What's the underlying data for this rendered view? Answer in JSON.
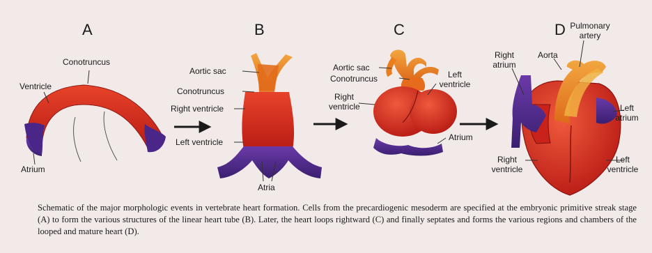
{
  "panels": {
    "a": {
      "letter": "A",
      "ventricle": "Ventricle",
      "conotruncus": "Conotruncus",
      "atrium": "Atrium"
    },
    "b": {
      "letter": "B",
      "aortic_sac": "Aortic sac",
      "conotruncus": "Conotruncus",
      "right_ventricle": "Right ventricle",
      "left_ventricle": "Left ventricle",
      "atria": "Atria"
    },
    "c": {
      "letter": "C",
      "aortic_sac": "Aortic sac",
      "conotruncus": "Conotruncus",
      "right_ventricle_1": "Right",
      "right_ventricle_2": "ventricle",
      "left_ventricle_1": "Left",
      "left_ventricle_2": "ventricle",
      "atrium": "Atrium"
    },
    "d": {
      "letter": "D",
      "pulmonary_1": "Pulmonary",
      "pulmonary_2": "artery",
      "right_atrium_1": "Right",
      "right_atrium_2": "atrium",
      "aorta": "Aorta",
      "left_atrium_1": "Left",
      "left_atrium_2": "atrium",
      "right_ventricle_1": "Right",
      "right_ventricle_2": "ventricle",
      "left_ventricle_1": "Left",
      "left_ventricle_2": "ventricle"
    }
  },
  "caption": "Schematic of the major morphologic events in vertebrate heart formation. Cells from the precardiogenic mesoderm are specified at the embryonic primitive streak stage (A) to form the various structures of the linear heart tube (B). Later, the heart loops rightward (C) and finally septates and forms the various regions and chambers of the looped and mature heart (D).",
  "colors": {
    "ventricle_red": "#d8281c",
    "atrium_purple": "#4e2a8c",
    "outflow_orange": "#e8801c",
    "arrow": "#1a1a1a"
  }
}
